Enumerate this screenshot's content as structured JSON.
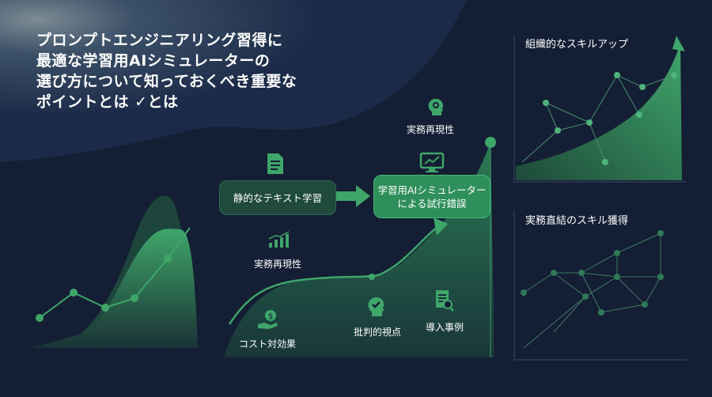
{
  "title": {
    "lines": [
      "プロンプトエンジニアリング習得に",
      "最適な学習用AIシミュレーターの",
      "選び方について知っておくべき重要な",
      "ポイントとは ✓とは"
    ]
  },
  "flow": {
    "static_learning": "静的なテキスト学習",
    "simulator_line1": "学習用AIシミュレーター",
    "simulator_line2": "による試行錯誤"
  },
  "labels": {
    "reproducibility_top": "実務再現性",
    "reproducibility_mid": "実務再現性",
    "cost": "コスト対効果",
    "critical": "批判的視点",
    "cases": "導入事例"
  },
  "panels": {
    "skill_up": "組織的なスキルアップ",
    "skill_acquire": "実務直結のスキル獲得"
  },
  "icons": {
    "head": "head-gear-icon",
    "document": "document-icon",
    "monitor": "monitor-chart-icon",
    "growth": "bar-chart-growth-icon",
    "coin": "coin-hand-icon",
    "check_head": "head-check-icon",
    "report": "report-magnifier-icon"
  },
  "colors": {
    "background": "#141e34",
    "accent_green": "#3fa66a",
    "accent_dark_green": "#1f4a3c",
    "line_gray": "#3b4a63"
  }
}
